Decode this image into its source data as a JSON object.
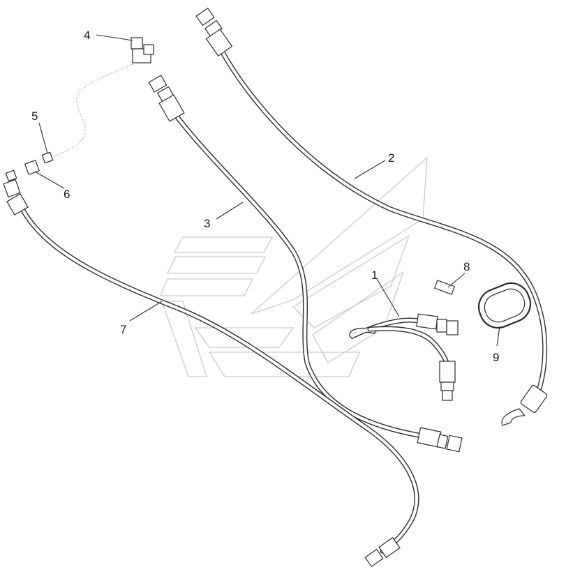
{
  "callouts": {
    "c1": "1",
    "c2": "2",
    "c3": "3",
    "c4": "4",
    "c5": "5",
    "c6": "6",
    "c7": "7",
    "c8": "8",
    "c9": "9"
  },
  "colors": {
    "line": "#2a2a2a",
    "watermark": "#c9c9c9",
    "background": "#ffffff"
  }
}
